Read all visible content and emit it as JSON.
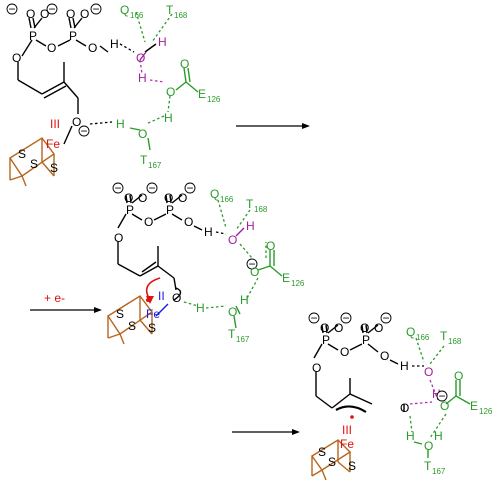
{
  "diagram": {
    "atoms": {
      "P": "P",
      "O": "O",
      "H": "H",
      "S": "S",
      "Fe": "Fe",
      "minus": "−"
    },
    "residues": {
      "Q": "Q",
      "Q_num": "166",
      "T": "T",
      "T168_num": "168",
      "T167_num": "167",
      "E": "E",
      "E_num": "126"
    },
    "oxidation": {
      "fe3": "III",
      "fe2": "II"
    },
    "reduction_label": "+ e-",
    "colors": {
      "bonds": "#000000",
      "residue": "#2a9a2a",
      "water": "#a020a0",
      "cluster": "#b5651d",
      "fe": "#e01010",
      "fe2": "#1a1ae0"
    }
  }
}
